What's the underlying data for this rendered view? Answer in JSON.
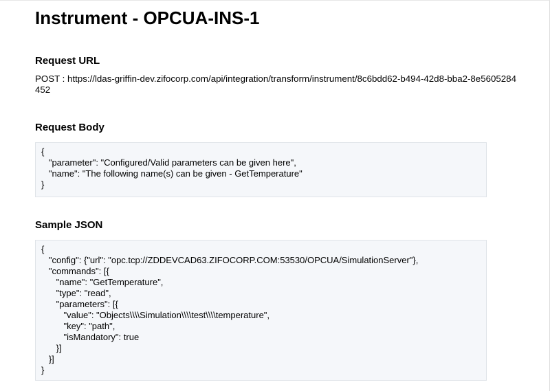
{
  "document": {
    "title": "Instrument - OPCUA-INS-1",
    "request_url": {
      "heading": "Request URL",
      "text": "POST : https://ldas-griffin-dev.zifocorp.com/api/integration/transform/instrument/8c6bdd62-b494-42d8-bba2-8e5605284452"
    },
    "request_body": {
      "heading": "Request Body",
      "code": "{\n   \"parameter\": \"Configured/Valid parameters can be given here\",\n   \"name\": \"The following name(s) can be given - GetTemperature\"\n}"
    },
    "sample_json": {
      "heading": "Sample JSON",
      "code": "{\n   \"config\": {\"url\": \"opc.tcp://ZDDEVCAD63.ZIFOCORP.COM:53530/OPCUA/SimulationServer\"},\n   \"commands\": [{\n      \"name\": \"GetTemperature\",\n      \"type\": \"read\",\n      \"parameters\": [{\n         \"value\": \"Objects\\\\\\\\Simulation\\\\\\\\test\\\\\\\\temperature\",\n         \"key\": \"path\",\n         \"isMandatory\": true\n      }]\n   }]\n}"
    }
  },
  "colors": {
    "code_background": "#f5f7fa",
    "code_border": "#dfe3e8",
    "text": "#000000"
  }
}
